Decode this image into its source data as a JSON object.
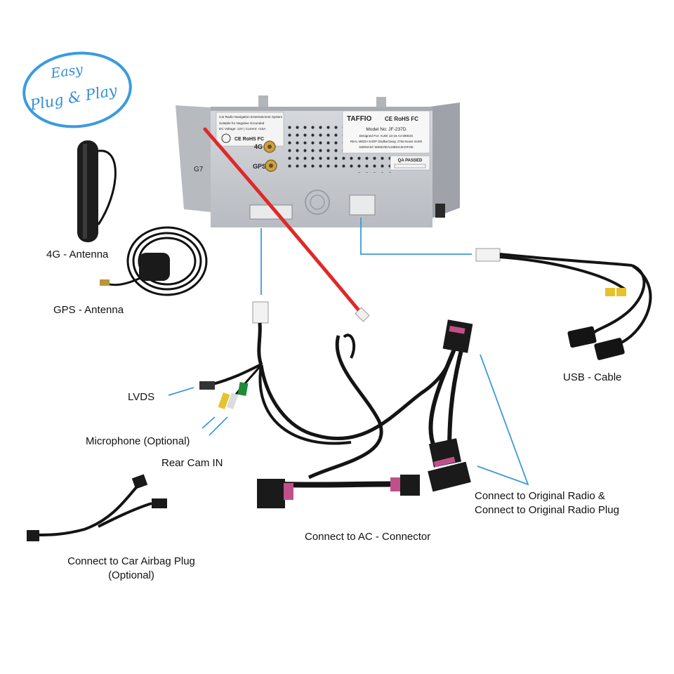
{
  "badge": {
    "line1": "Easy",
    "line2": "Plug & Play",
    "color": "#3a9be0"
  },
  "unit": {
    "brand": "TAFFIO",
    "model": "Model No: JF-237D",
    "designed_for": "Designed For: AUDI 13-16 A4 MMI3G",
    "shop_line": "REAL MEDIA SHOP Gladbachweg: 475a Neuss 41460",
    "country_line": "GERMANY WWW.REALMEDIASHOP.DE",
    "qa": "QA PASSED",
    "sticker_title": "Car Radio Navigation Entertainment System",
    "sticker_line1": "Suitable for Negative Grounded",
    "sticker_line2": "DC Voltage: 12V | Current: <15A",
    "marks": "CE RoHS FC",
    "port_4g": "4G",
    "port_gps": "GPS",
    "side_mark": "G7"
  },
  "labels": {
    "antenna_4g": "4G - Antenna",
    "antenna_gps": "GPS - Antenna",
    "lvds": "LVDS",
    "microphone": "Microphone (Optional)",
    "rear_cam": "Rear Cam IN",
    "usb": "USB - Cable",
    "radio_line1": "Connect to Original Radio &",
    "radio_line2": "Connect to Original Radio Plug",
    "ac": "Connect to AC - Connector",
    "airbag_line1": "Connect to Car Airbag Plug",
    "airbag_line2": "(Optional)"
  },
  "colors": {
    "leader": "#3b9ad9",
    "ribbon": "#e02828",
    "housing": "#c9ccd1",
    "cable": "#141414",
    "pink_wire": "#c0508a"
  }
}
